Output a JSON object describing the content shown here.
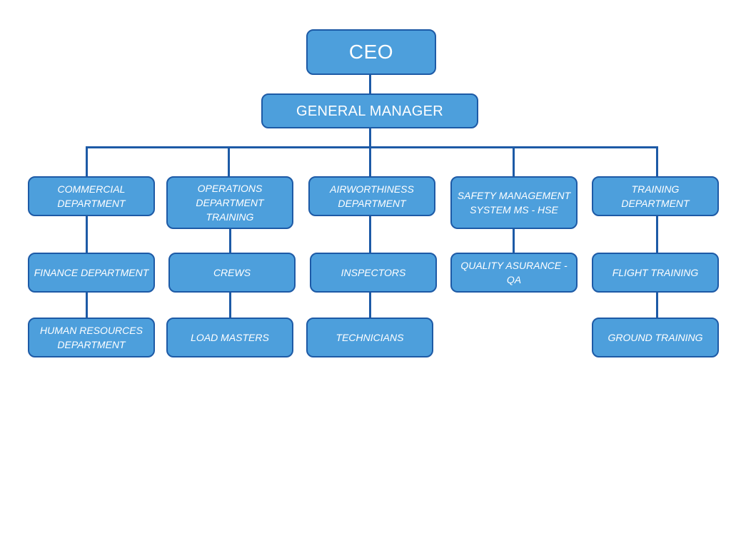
{
  "colors": {
    "box_fill": "#4d9fdc",
    "box_border": "#1d5aa6",
    "connector": "#1d5aa6",
    "text": "#ffffff"
  },
  "org": {
    "ceo": "CEO",
    "general_manager": "GENERAL MANAGER",
    "departments": [
      {
        "label": "COMMERCIAL DEPARTMENT",
        "children": [
          "FINANCE DEPARTMENT",
          "HUMAN RESOURCES DEPARTMENT"
        ]
      },
      {
        "label": "OPERATIONS DEPARTMENT TRAINING",
        "children": [
          "CREWS",
          "LOAD MASTERS"
        ]
      },
      {
        "label": "AIRWORTHINESS DEPARTMENT",
        "children": [
          "INSPECTORS",
          "TECHNICIANS"
        ]
      },
      {
        "label": "SAFETY MANAGEMENT SYSTEM MS - HSE",
        "children": [
          "QUALITY ASURANCE - QA"
        ]
      },
      {
        "label": "TRAINING DEPARTMENT",
        "children": [
          "FLIGHT TRAINING",
          "GROUND TRAINING"
        ]
      }
    ]
  }
}
